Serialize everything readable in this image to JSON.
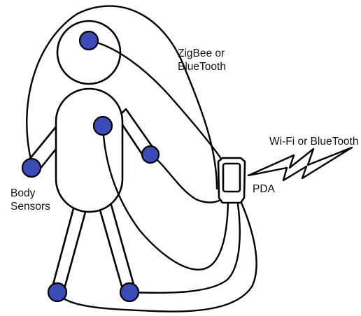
{
  "labels": {
    "wireless_link": [
      "ZigBee or",
      "BlueTooth"
    ],
    "uplink": "Wi-Fi or BlueTooth",
    "device": "PDA",
    "sensors": [
      "Body",
      "Sensors"
    ]
  },
  "colors": {
    "sensor_fill": "#3B4CB8",
    "stroke": "#000000",
    "background": "#FFFFFF"
  },
  "icons": {
    "wireless_signal": "lightning-bolt",
    "device": "pda-handheld"
  }
}
